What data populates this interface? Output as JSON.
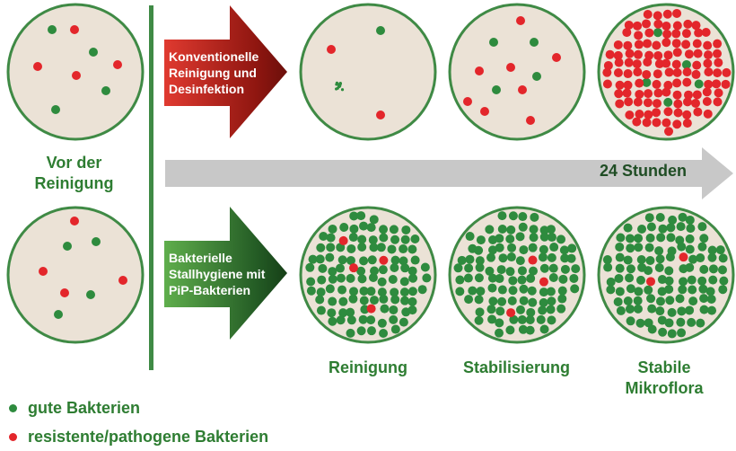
{
  "colors": {
    "dish_fill": "#ebe2d6",
    "dish_stroke": "#3f8a45",
    "good": "#2e8b3e",
    "bad": "#e3262b",
    "divider": "#3f8a45",
    "timeline": "#c8c8c8",
    "text_green": "#2e7d32"
  },
  "labels": {
    "before": "Vor der Reinigung",
    "conv_arrow": [
      "Konventionelle",
      "Reinigung und",
      "Desinfektion"
    ],
    "bact_arrow": [
      "Bakterielle",
      "Stallhygiene mit",
      "PiP-Bakterien"
    ],
    "timeline": "24 Stunden",
    "stage1": "Reinigung",
    "stage2": "Stabilisierung",
    "stage3_line1": "Stabile",
    "stage3_line2": "Mikroflora"
  },
  "legend": {
    "good": "gute Bakterien",
    "bad": "resistente/pathogene Bakterien"
  },
  "dishes": {
    "before_top": {
      "good": 4,
      "bad": 4
    },
    "before_bottom": {
      "good": 4,
      "bad": 4
    },
    "conv_1": {
      "good": 1,
      "bad": 2,
      "note": "residual cluster"
    },
    "conv_2": {
      "good": 4,
      "bad": 8
    },
    "conv_3": {
      "good": "few",
      "bad": "dense"
    },
    "pip_1": {
      "good": "dense",
      "bad": 4
    },
    "pip_2": {
      "good": "dense",
      "bad": 3
    },
    "pip_3": {
      "good": "dense",
      "bad": 2
    }
  }
}
